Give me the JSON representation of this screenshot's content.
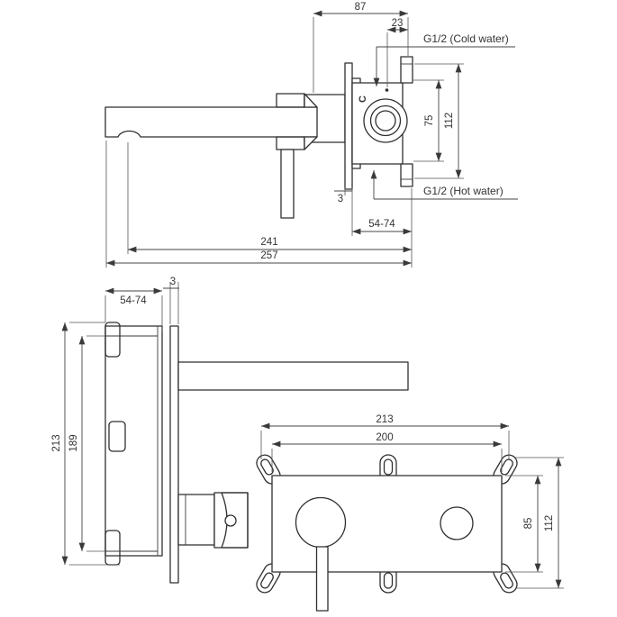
{
  "colors": {
    "background": "#ffffff",
    "line": "#2f2f2f",
    "dimension_line": "#444444",
    "text": "#333333",
    "knurl_hatch": "#8a8a8a"
  },
  "views": {
    "faucet_side_view": {
      "dimensions": {
        "wall_to_inlet_87": "87",
        "cartridge_to_inlet_23": "23",
        "port_spacing_75": "75",
        "body_height_112": "112",
        "plate_thickness_3": "3",
        "rough_in_depth_54_74": "54-74",
        "aerator_reach_241": "241",
        "spout_reach_257": "257"
      },
      "labels": {
        "cold_inlet": "G1/2 (Cold water)",
        "hot_inlet": "G1/2 (Hot water)",
        "cartridge_mark": "C"
      }
    },
    "box_side_view": {
      "dimensions": {
        "rough_in_depth_54_74": "54-74",
        "plate_thickness_3": "3",
        "overall_height_213": "213",
        "box_height_189": "189"
      }
    },
    "box_front_view": {
      "dimensions": {
        "overall_width_213": "213",
        "box_width_200": "200",
        "box_height_85": "85",
        "overall_height_112": "112"
      }
    }
  }
}
